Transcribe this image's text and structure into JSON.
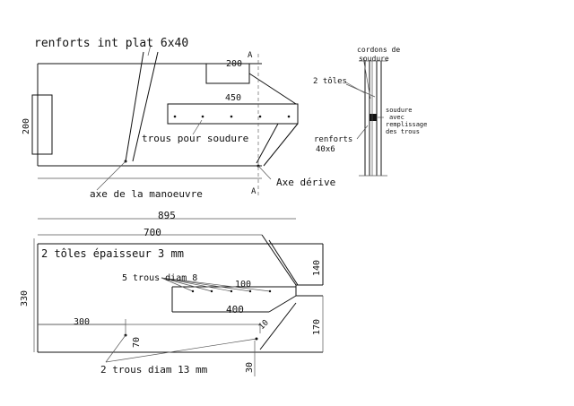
{
  "top_view": {
    "label_renforts": "renforts int plat 6x40",
    "dim_200_top": "200",
    "dim_A_top": "A",
    "dim_450": "450",
    "dim_200_left": "200",
    "label_trous_soudure": "trous pour soudure",
    "label_axe_manoeuvre": "axe de la manoeuvre",
    "label_axe_derive": "Axe dérive",
    "dim_A_bottom": "A"
  },
  "section_view": {
    "label_cordons_line1": "cordons de",
    "label_cordons_line2": "soudure",
    "label_2_toles": "2 tôles",
    "label_soudure_line1": "soudure",
    "label_soudure_line2": "avec",
    "label_soudure_line3": "remplissage",
    "label_soudure_line4": "des trous",
    "label_renforts_line1": "renforts",
    "label_renforts_line2": "40x6"
  },
  "bottom_view": {
    "dim_895": "895",
    "dim_700": "700",
    "label_2_toles_epaisseur": "2 tôles épaisseur 3 mm",
    "dim_140": "140",
    "dim_330": "330",
    "label_5_trous": "5 trous diam 8",
    "dim_100": "100",
    "dim_400": "400",
    "dim_300": "300",
    "dim_70": "70",
    "dim_170": "170",
    "dim_10": "10",
    "label_2_trous": "2 trous diam 13 mm",
    "dim_30": "30"
  }
}
